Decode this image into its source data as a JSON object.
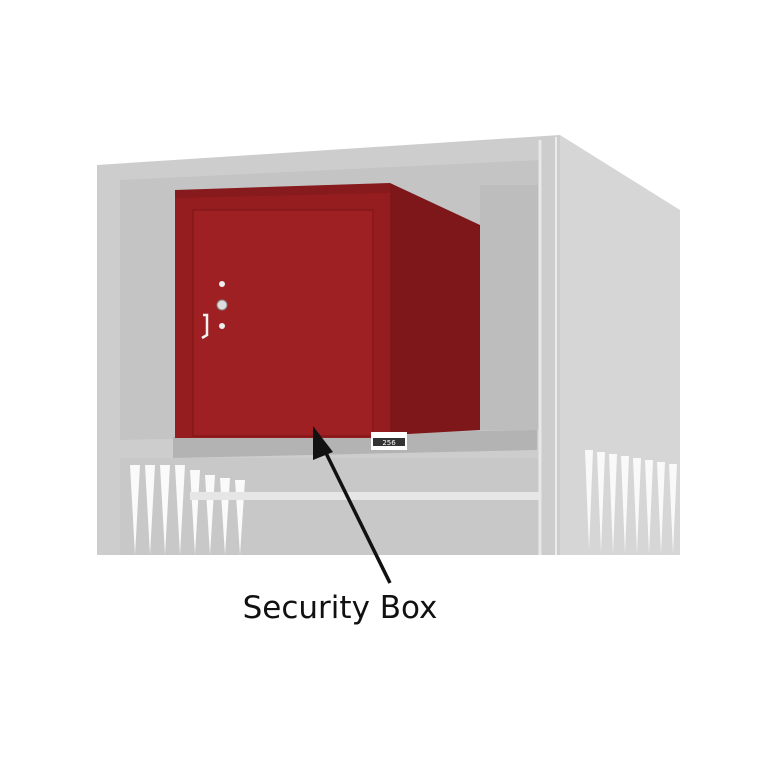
{
  "image": {
    "description": "Gray metal locker with red security box on top shelf",
    "caption": "Security Box",
    "label_number": "256"
  },
  "colors": {
    "locker_gray": "#cfcfcf",
    "locker_dark": "#b5b5b5",
    "box_front": "#9b1e20",
    "box_side": "#7e1719",
    "arrow": "#111111",
    "background": "#ffffff"
  }
}
